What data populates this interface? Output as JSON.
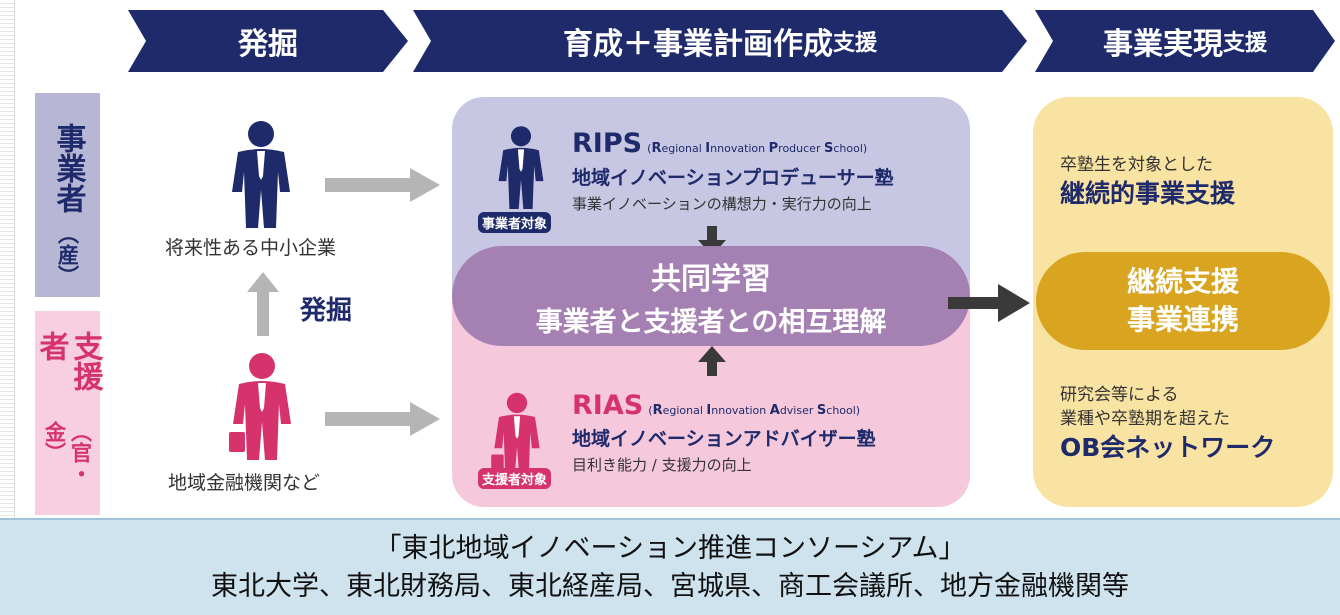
{
  "header": {
    "step1": "発掘",
    "step2_main": "育成＋事業計画作成",
    "step2_small": "支援",
    "step3_main": "事業実現",
    "step3_small": "支援"
  },
  "side_labels": {
    "business": {
      "text": "事業者",
      "sub": "（産）"
    },
    "support": {
      "text": "支援者",
      "sub": "（官・金）"
    }
  },
  "left": {
    "business_person": "将来性ある中小企業",
    "discovery": "発掘",
    "support_person": "地域金融機関など"
  },
  "rips": {
    "acronym": "RIPS",
    "en_parts": [
      "(",
      "R",
      "egional ",
      "I",
      "nnovation ",
      "P",
      "roducer ",
      "S",
      "chool)"
    ],
    "jp": "地域イノベーションプロデューサー塾",
    "desc": "事業イノベーションの構想力・実行力の向上",
    "tag": "事業者対象"
  },
  "joint": {
    "line1": "共同学習",
    "line2": "事業者と支援者との相互理解"
  },
  "rias": {
    "acronym": "RIAS",
    "en_parts": [
      "(",
      "R",
      "egional ",
      "I",
      "nnovation ",
      "A",
      "dviser ",
      "S",
      "chool)"
    ],
    "jp": "地域イノベーションアドバイザー塾",
    "desc": "目利き能力 / 支援力の向上",
    "tag": "支援者対象"
  },
  "right": {
    "top_small": "卒塾生を対象とした",
    "top_big": "継続的事業支援",
    "oval_line1": "継続支援",
    "oval_line2": "事業連携",
    "bottom_small1": "研究会等による",
    "bottom_small2": "業種や卒塾期を超えた",
    "bottom_big": "OB会ネットワーク"
  },
  "footer": {
    "line1": "「東北地域イノベーション推進コンソーシアム」",
    "line2": "東北大学、東北財務局、東北経産局、宮城県、商工会議所、地方金融機関等"
  },
  "colors": {
    "navy": "#1f2a6b",
    "lavender": "#b8b6d5",
    "pink_side": "#f7cfe0",
    "rips_bg": "#c7c7e3",
    "rias_bg": "#f5c8dc",
    "joint_bg": "#a581b3",
    "right_bg": "#f9e3a2",
    "oval": "#d9a520",
    "magenta": "#d6336c",
    "arrow_gray": "#b5b5b5",
    "arrow_dark": "#3a3a3a",
    "footer_bg": "#cfe3ef"
  },
  "icons": {
    "business_person": "person-suit-icon",
    "support_person": "person-suit-bag-icon"
  }
}
